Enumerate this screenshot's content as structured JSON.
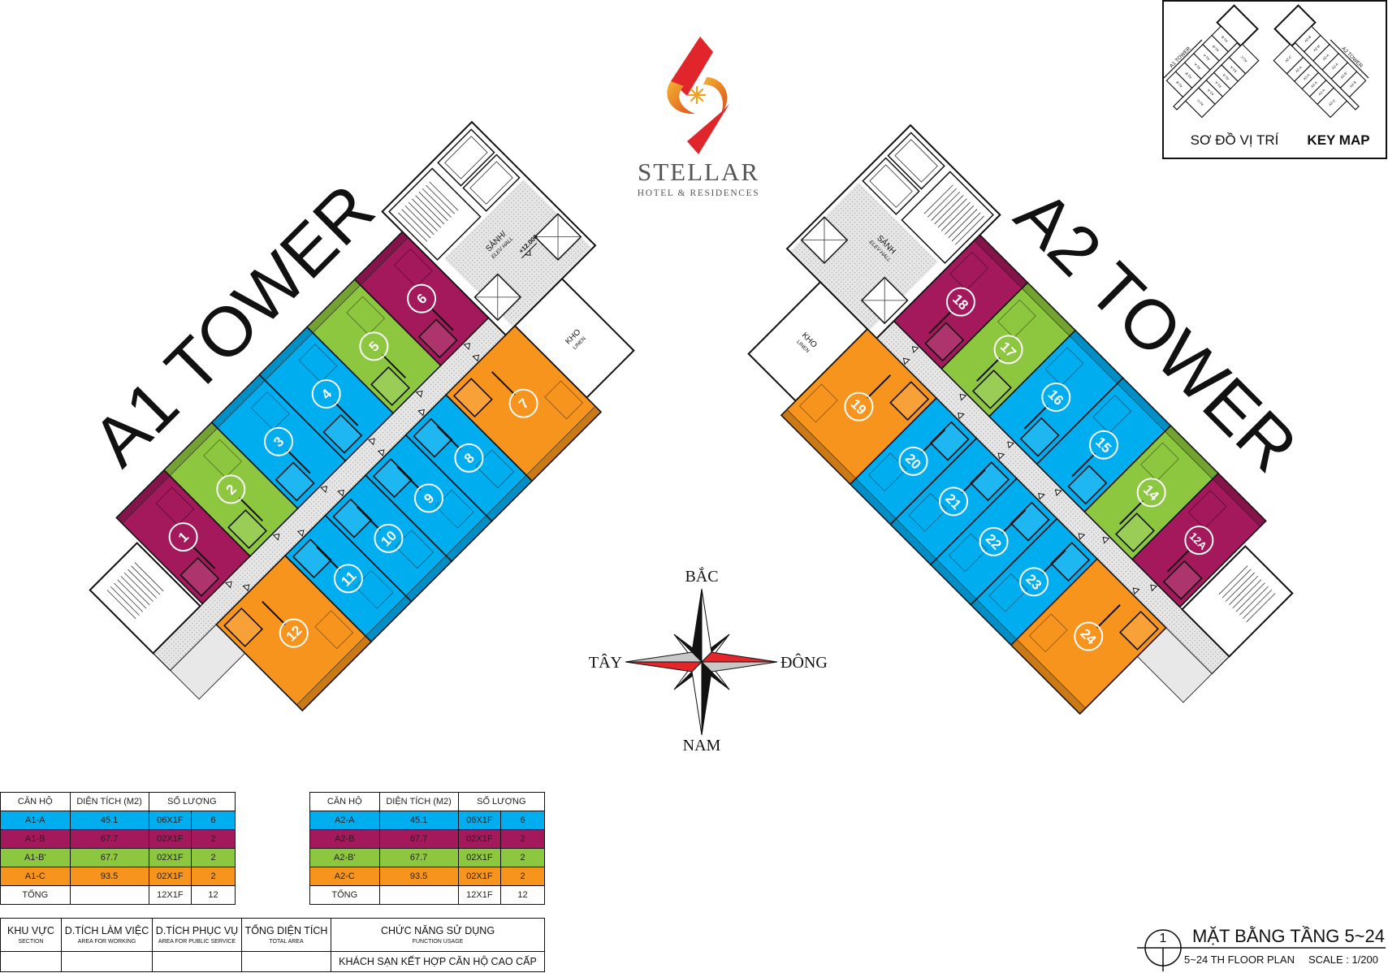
{
  "logo": {
    "name": "STELLAR",
    "tagline": "HOTEL & RESIDENCES"
  },
  "unit_colors": {
    "A": "#00aeef",
    "B": "#a3195b",
    "B'": "#8dc63f",
    "C": "#f7941d"
  },
  "towers": [
    {
      "title": "A1 TOWER",
      "outer_row": [
        "1",
        "2",
        "3",
        "4",
        "5",
        "6"
      ],
      "inner_row": [
        "12",
        "11",
        "10",
        "9",
        "8",
        "7"
      ],
      "lobby_label": "SẢNH/",
      "lobby_sub": "ELEV HALL",
      "level": "+12.000",
      "storage_label": "KHO",
      "storage_sub": "LINEN"
    },
    {
      "title": "A2 TOWER",
      "outer_row": [
        "12A",
        "14",
        "15",
        "16",
        "17",
        "18"
      ],
      "inner_row": [
        "24",
        "23",
        "22",
        "21",
        "20",
        "19"
      ],
      "lobby_label": "SẢNH",
      "lobby_sub": "ELEV HALL",
      "storage_label": "KHO",
      "storage_sub": "LINEN"
    }
  ],
  "compass": {
    "north": "BẮC",
    "south": "NAM",
    "west": "TÂY",
    "east": "ĐÔNG"
  },
  "key_map": {
    "title_vi": "SƠ ĐỒ VỊ TRÍ",
    "title_en": "KEY MAP",
    "towers": [
      {
        "title": "A1 TOWER",
        "outer_row": [
          "A1-B",
          "A1-B'",
          "A1-A",
          "A1-A",
          "A1-B'",
          "A1-B"
        ],
        "inner_row": [
          "A1-C",
          "A1-A",
          "A1-A",
          "A1-A",
          "A1-A",
          "A1-C"
        ]
      },
      {
        "title": "A2 TOWER",
        "outer_row": [
          "A2-B",
          "A2-B'",
          "A2-A",
          "A2-A",
          "A2-B'",
          "A2-B"
        ],
        "inner_row": [
          "A2-C",
          "A2-A",
          "A2-A",
          "A2-A",
          "A2-A",
          "A2-C"
        ]
      }
    ]
  },
  "unit_tables": [
    {
      "headers": [
        "CĂN HỘ",
        "DIỆN TÍCH (M2)",
        "SỐ LƯỢNG"
      ],
      "rows": [
        {
          "type": "A1-A",
          "area": "45.1",
          "per_floor": "06X1F",
          "qty": "6"
        },
        {
          "type": "A1-B",
          "area": "67.7",
          "per_floor": "02X1F",
          "qty": "2"
        },
        {
          "type": "A1-B'",
          "area": "67.7",
          "per_floor": "02X1F",
          "qty": "2"
        },
        {
          "type": "A1-C",
          "area": "93.5",
          "per_floor": "02X1F",
          "qty": "2"
        }
      ],
      "total": {
        "label": "TỔNG",
        "area": "",
        "per_floor": "12X1F",
        "qty": "12"
      }
    },
    {
      "headers": [
        "CĂN HỘ",
        "DIỆN TÍCH (M2)",
        "SỐ LƯỢNG"
      ],
      "rows": [
        {
          "type": "A2-A",
          "area": "45.1",
          "per_floor": "06X1F",
          "qty": "6"
        },
        {
          "type": "A2-B",
          "area": "67.7",
          "per_floor": "02X1F",
          "qty": "2"
        },
        {
          "type": "A2-B'",
          "area": "67.7",
          "per_floor": "02X1F",
          "qty": "2"
        },
        {
          "type": "A2-C",
          "area": "93.5",
          "per_floor": "02X1F",
          "qty": "2"
        }
      ],
      "total": {
        "label": "TỔNG",
        "area": "",
        "per_floor": "12X1F",
        "qty": "12"
      }
    }
  ],
  "summary_table": {
    "headers": [
      {
        "vi": "KHU VỰC",
        "en": "SECTION"
      },
      {
        "vi": "D.TÍCH LÀM VIỆC",
        "en": "AREA FOR WORKING"
      },
      {
        "vi": "D.TÍCH PHỤC VỤ",
        "en": "AREA FOR PUBLIC SERVICE"
      },
      {
        "vi": "TỔNG DIỆN TÍCH",
        "en": "TOTAL AREA"
      },
      {
        "vi": "CHỨC NĂNG SỬ DỤNG",
        "en": "FUNCTION USAGE"
      }
    ],
    "values": [
      "",
      "",
      "",
      "",
      "KHÁCH SẠN KẾT HỢP CĂN HỘ CAO CẤP"
    ]
  },
  "title_block": {
    "number": "1",
    "title": "MẶT BẰNG TẦNG 5~24",
    "subtitle": "5~24 TH FLOOR PLAN",
    "scale": "SCALE : 1/200"
  }
}
